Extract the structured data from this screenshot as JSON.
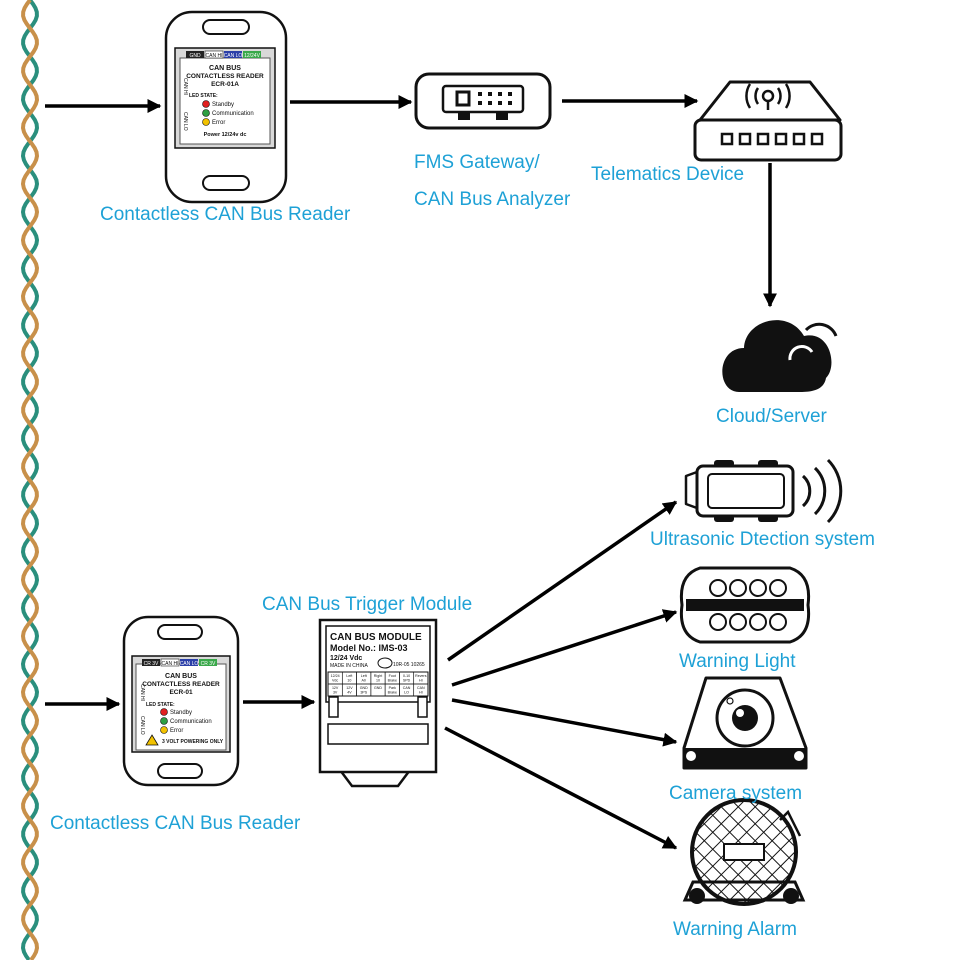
{
  "colors": {
    "label": "#1ea1d6",
    "line": "#000000",
    "wire_teal": "#2a8f7d",
    "wire_tan": "#c8904a"
  },
  "labels": {
    "reader_top": "Contactless CAN Bus Reader",
    "gateway_line1": "FMS Gateway/",
    "gateway_line2": "CAN Bus Analyzer",
    "telematics": "Telematics Device",
    "cloud": "Cloud/Server",
    "trigger": "CAN Bus Trigger Module",
    "reader_bottom": "Contactless CAN Bus Reader",
    "ultrasonic": "Ultrasonic Dtection system",
    "warning_light": "Warning Light",
    "camera": "Camera system",
    "alarm": "Warning Alarm"
  },
  "reader_top": {
    "tags": [
      "GND",
      "CAN HI",
      "CAN LO",
      "12/24V"
    ],
    "side_hi": "CAN HI",
    "side_lo": "CAN LO",
    "title1": "CAN BUS",
    "title2": "CONTACTLESS READER",
    "model": "ECR-01A",
    "led_title": "LED STATE:",
    "led1": "Standby",
    "led2": "Communication",
    "led3": "Error",
    "power": "Power 12/24v dc"
  },
  "reader_bottom": {
    "tags": [
      "CR 3V",
      "CAN HI",
      "CAN LO",
      "CR 3V"
    ],
    "side_hi": "CAN HI",
    "side_lo": "CAN LO",
    "title1": "CAN BUS",
    "title2": "CONTACTLESS READER",
    "model": "ECR-01",
    "led_title": "LED STATE:",
    "led1": "Standby",
    "led2": "Communication",
    "led3": "Error",
    "warn": "3 VOLT POWERING ONLY"
  },
  "module": {
    "title": "CAN BUS MODULE",
    "model": "Model No.: IMS-03",
    "voltage": "12/24 Vdc",
    "made": "MADE IN CHINA",
    "cert": "10R-05 10265",
    "row1": [
      "12/24 Vdc",
      "Left 10",
      "Left A0",
      "Right 10",
      "Foot Brake",
      "0-10 SPD",
      "Revers HI"
    ],
    "row2": [
      "12V 3V",
      "12V 4V",
      "GND 3PS",
      "GND",
      "Park Brake",
      "CAN LO",
      "CAN HI"
    ]
  }
}
